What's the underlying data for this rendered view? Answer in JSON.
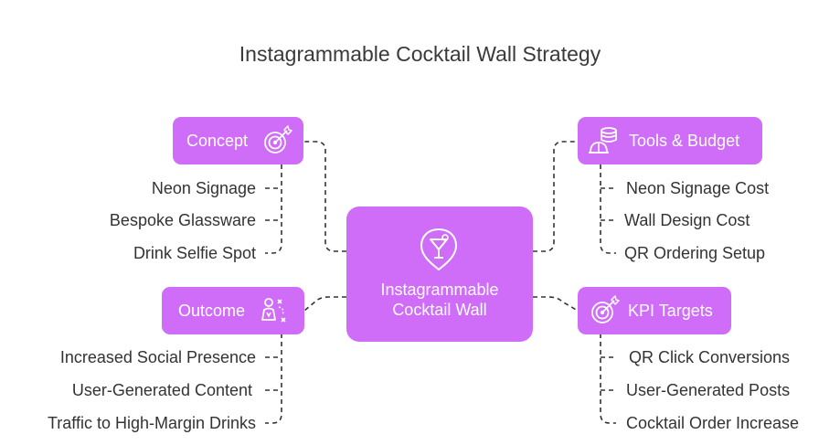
{
  "title": "Instagrammable Cocktail Wall Strategy",
  "center": {
    "label_line1": "Instagrammable",
    "label_line2": "Cocktail Wall",
    "icon": "location-cocktail-icon"
  },
  "branches": {
    "concept": {
      "label": "Concept",
      "icon": "target-icon",
      "items": [
        "Neon Signage",
        "Bespoke Glassware",
        "Drink Selfie Spot"
      ]
    },
    "outcome": {
      "label": "Outcome",
      "icon": "strategy-person-icon",
      "items": [
        "Increased Social Presence",
        "User-Generated Content",
        "Traffic to High-Margin Drinks"
      ]
    },
    "tools": {
      "label": "Tools & Budget",
      "icon": "tools-budget-icon",
      "items": [
        "Neon Signage Cost",
        "Wall Design Cost",
        "QR Ordering Setup"
      ]
    },
    "kpi": {
      "label": "KPI Targets",
      "icon": "target-icon",
      "items": [
        "QR Click Conversions",
        "User-Generated Posts",
        "Cocktail Order Increase"
      ]
    }
  },
  "colors": {
    "node_fill": "#cf6cf8",
    "node_text": "#ffffff",
    "connector": "#333333",
    "text": "#333333"
  }
}
